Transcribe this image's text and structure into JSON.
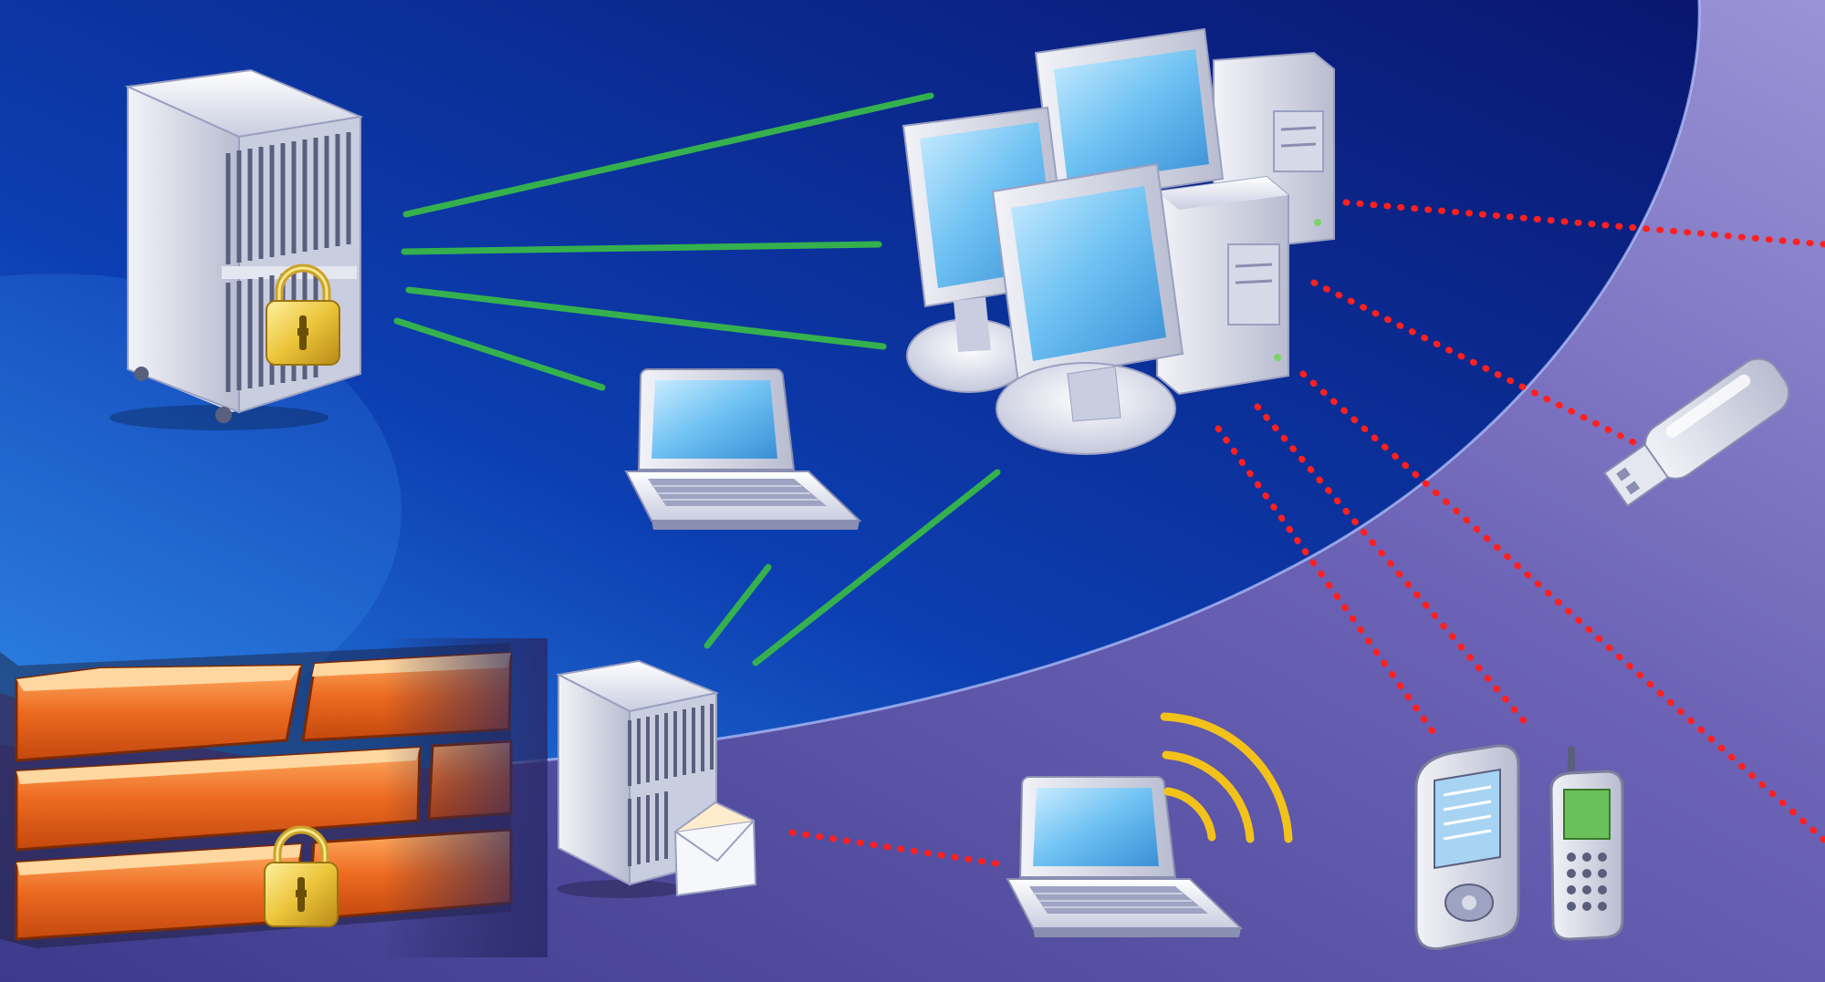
{
  "colors": {
    "bg_blue_dark": "#0a1a7a",
    "bg_blue_light": "#1e6fd8",
    "bg_purple": "#6e66b4",
    "bg_purple_light": "#9c95d6",
    "wired_link": "#2fa84a",
    "wireless_link": "#ff1e1e",
    "brick": "#e8722a",
    "lock_gold": "#e8c440",
    "screen_blue": "#5db6ee",
    "device_silver": "#d8dbe8",
    "wifi_arc": "#f2c21a"
  },
  "icons": [
    "secure-server-icon",
    "padlock-icon",
    "workstation-cluster-icon",
    "laptop-icon",
    "mail-server-icon",
    "envelope-icon",
    "firewall-icon",
    "wireless-laptop-icon",
    "wifi-signal-icon",
    "usb-drive-icon",
    "pda-icon",
    "mobile-phone-icon"
  ],
  "connections": {
    "wired": [
      [
        "secure-server",
        "workstation-cluster"
      ],
      [
        "secure-server",
        "workstation-cluster"
      ],
      [
        "secure-server",
        "workstation-cluster"
      ],
      [
        "secure-server",
        "laptop"
      ],
      [
        "mail-server",
        "laptop"
      ],
      [
        "mail-server",
        "workstation-cluster"
      ]
    ],
    "wireless": [
      [
        "workstation-cluster",
        "edge-right"
      ],
      [
        "workstation-cluster",
        "usb-drive"
      ],
      [
        "workstation-cluster",
        "pda"
      ],
      [
        "workstation-cluster",
        "mobile-phone"
      ],
      [
        "workstation-cluster",
        "edge-lower-right"
      ],
      [
        "mail-server",
        "wireless-laptop"
      ]
    ]
  }
}
